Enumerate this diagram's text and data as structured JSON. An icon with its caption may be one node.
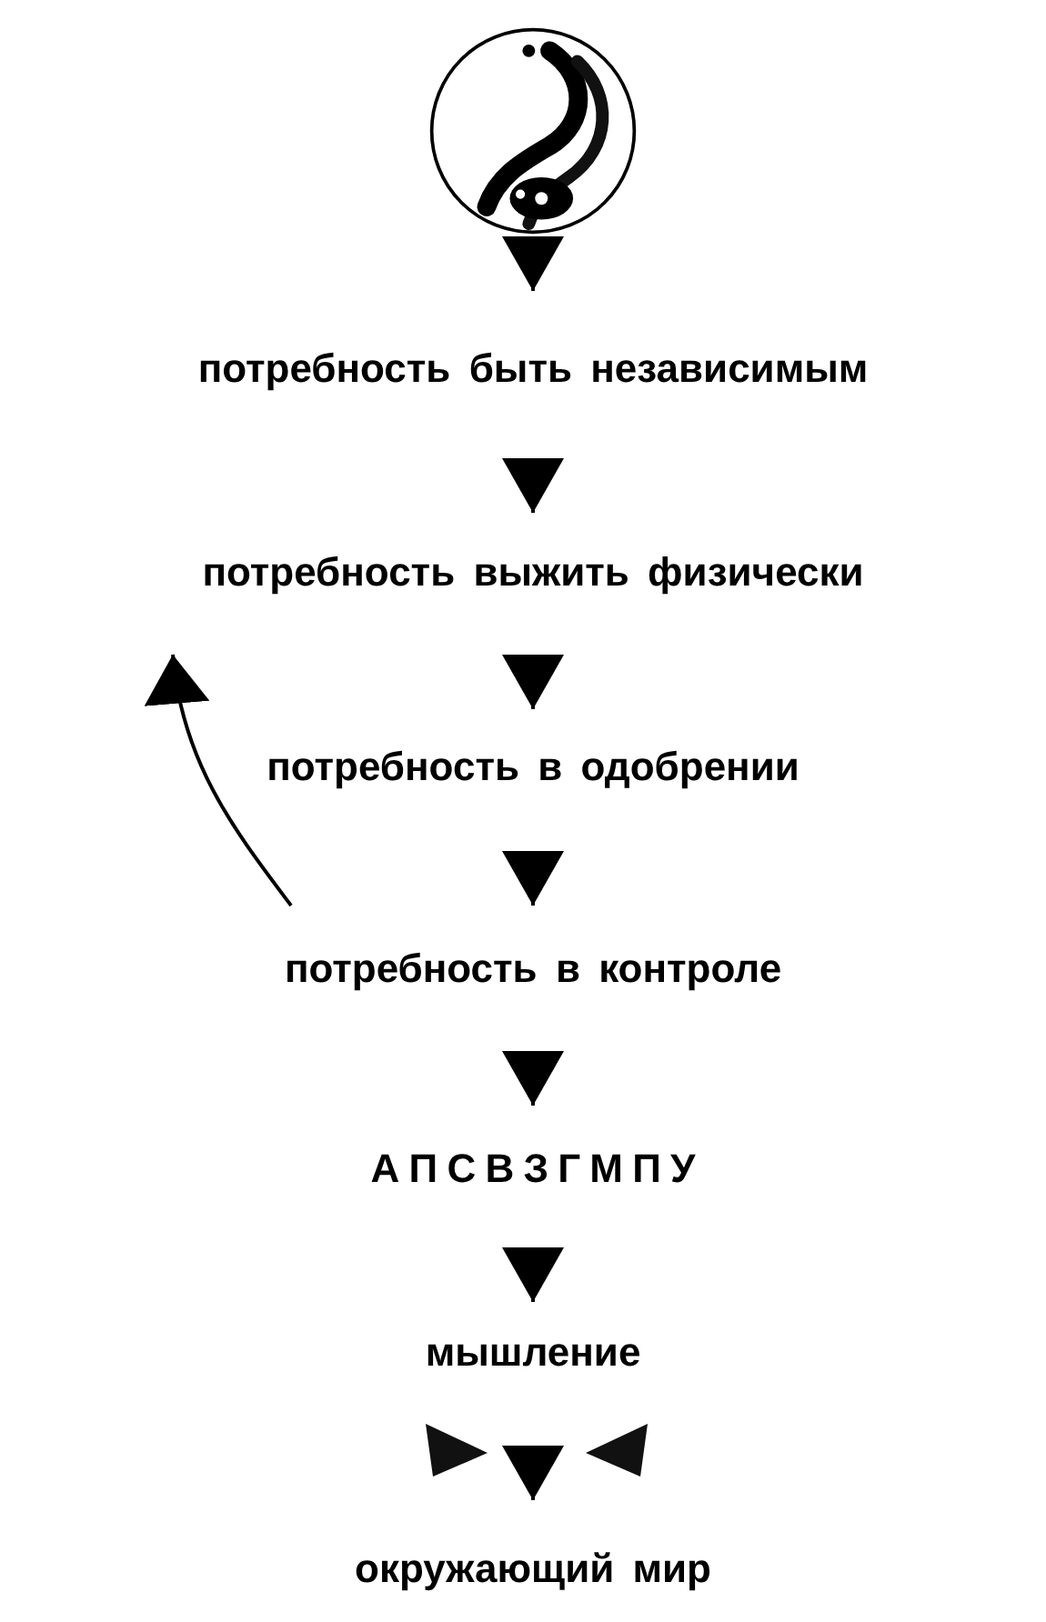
{
  "diagram": {
    "nodes": [
      {
        "text": [],
        "shape": "picture"
      },
      {
        "text": [
          "потребность быть независимым"
        ]
      },
      {
        "text": [
          "потребность выжить физически"
        ]
      },
      {
        "text": [
          "потребность в одобрении"
        ]
      },
      {
        "text": [
          "потребность в контроле"
        ]
      },
      {
        "text": [
          "А П С В З Г М П У"
        ]
      },
      {
        "text": [
          "мышление"
        ]
      },
      {
        "text": [
          "окружающий мир"
        ]
      }
    ],
    "edges": [
      {
        "from": 0,
        "to": 1,
        "arrow": "to"
      },
      {
        "from": 1,
        "to": 2,
        "arrow": "to"
      },
      {
        "from": 2,
        "to": 3,
        "arrow": "to"
      },
      {
        "from": 3,
        "to": 4,
        "arrow": "to"
      },
      {
        "from": 4,
        "to": 5,
        "arrow": "to"
      },
      {
        "from": 5,
        "to": 6,
        "arrow": "to"
      },
      {
        "from": 6,
        "to": 7,
        "arrow": "to"
      },
      {
        "from": 4,
        "to": 2,
        "arrow": "to"
      }
    ]
  }
}
